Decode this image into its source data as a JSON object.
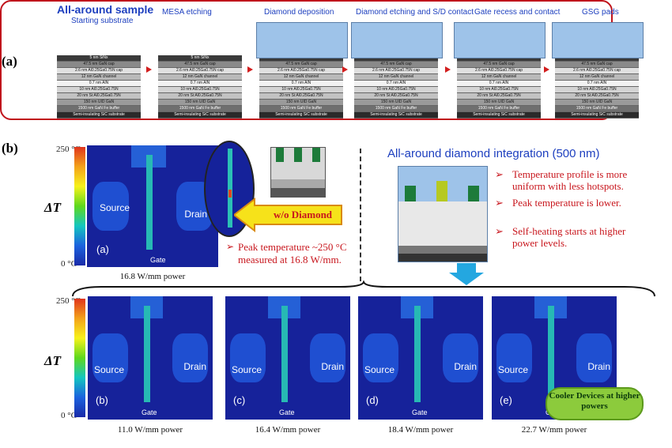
{
  "panel_a": {
    "label": "(a)",
    "title": "All-around sample",
    "subtitle": "Starting substrate",
    "steps": [
      "MESA etching",
      "Diamond deposition",
      "Diamond etching and S/D contact",
      "Gate recess and contact",
      "GSG pads"
    ],
    "layers": [
      "5 nm SiNx",
      "47.5 nm GaN cap",
      "2.6 nm Al0.25Ga0.75N cap",
      "12 nm GaN channel",
      "0.7 nm AlN",
      "10 nm Al0.25Ga0.75N",
      "20 nm Si:Al0.25Ga0.75N",
      "150 nm UID GaN",
      "1500 nm GaN Fe buffer",
      "Semi-insulating SiC substrate"
    ]
  },
  "panel_b": {
    "label": "(b)",
    "scale_max": "250 °C",
    "scale_min": "0 °C",
    "delta_t": "ΔT",
    "main_map": {
      "tag": "(a)",
      "source": "Source",
      "drain": "Drain",
      "gate": "Gate",
      "caption": "16.8 W/mm power"
    },
    "wo_diamond": "w/o Diamond",
    "peak_note": [
      "Peak temperature ~250 °C",
      "measured at 16.8 W/mm."
    ],
    "integration_title": "All-around diamond integration (500 nm)",
    "bullets": [
      "Temperature profile is more uniform with less hotspots.",
      "Peak temperature is lower.",
      "Self-heating starts at higher power levels."
    ],
    "maps": [
      {
        "tag": "(b)",
        "caption": "11.0 W/mm power"
      },
      {
        "tag": "(c)",
        "caption": "16.4 W/mm power"
      },
      {
        "tag": "(d)",
        "caption": "18.4 W/mm power"
      },
      {
        "tag": "(e)",
        "caption": "22.7 W/mm power"
      }
    ],
    "map_labels": {
      "source": "Source",
      "drain": "Drain",
      "gate": "Gate"
    },
    "cooler": "Cooler Devices at higher powers"
  }
}
